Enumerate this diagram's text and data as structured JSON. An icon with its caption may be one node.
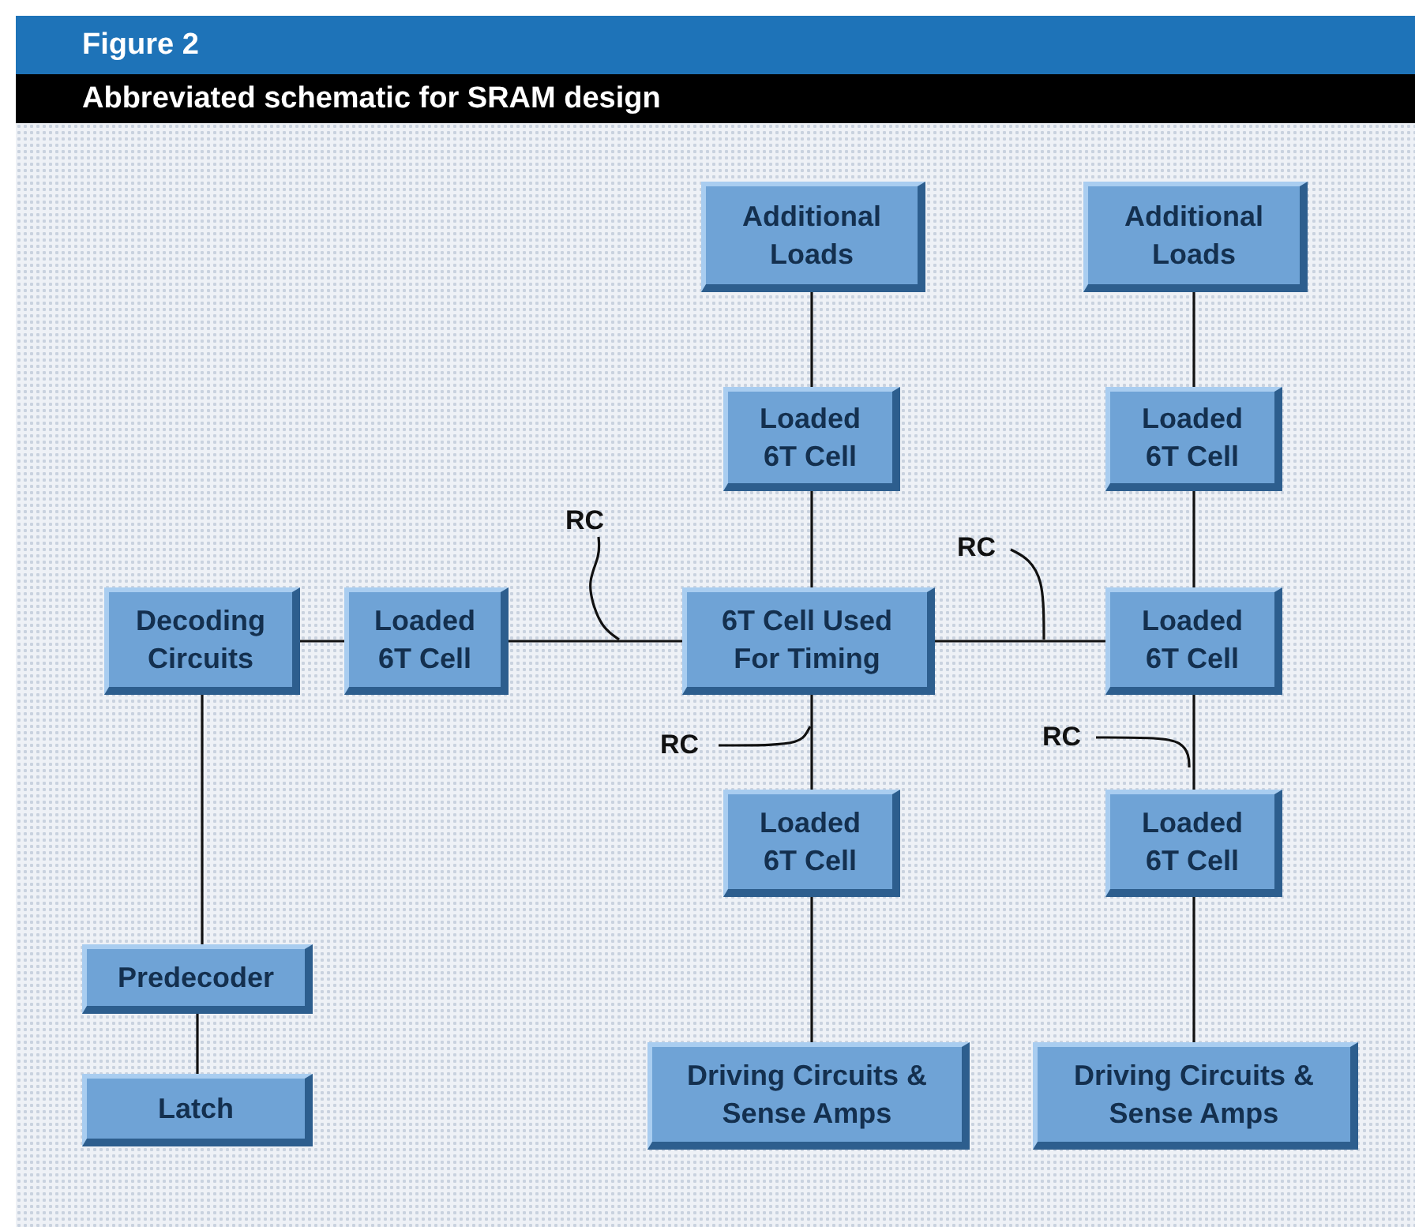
{
  "diagram": {
    "title": "Abbreviated schematic for SRAM design",
    "nodes": [
      {
        "text": [
          "Additional Loads"
        ]
      },
      {
        "text": [
          "Additional Loads"
        ]
      },
      {
        "text": [
          "Loaded 6T Cell"
        ]
      },
      {
        "text": [
          "Loaded 6T Cell"
        ]
      },
      {
        "text": [
          "RC"
        ]
      },
      {
        "text": [
          "RC"
        ]
      },
      {
        "text": [
          "Decoding Circuits"
        ]
      },
      {
        "text": [
          "Loaded 6T Cell"
        ]
      },
      {
        "text": [
          "6T Cell Used For Timing"
        ]
      },
      {
        "text": [
          "Loaded 6T Cell"
        ]
      },
      {
        "text": [
          "RC"
        ]
      },
      {
        "text": [
          "RC"
        ]
      },
      {
        "text": [
          "Loaded 6T Cell"
        ]
      },
      {
        "text": [
          "Loaded 6T Cell"
        ]
      },
      {
        "text": [
          "Predecoder"
        ]
      },
      {
        "text": [
          "Driving Circuits & Sense Amps"
        ]
      },
      {
        "text": [
          "Driving Circuits & Sense Amps"
        ]
      },
      {
        "text": [
          "Latch"
        ]
      }
    ],
    "edges": [
      {
        "from": 0,
        "to": 2,
        "arrow": "none"
      },
      {
        "from": 2,
        "to": 8,
        "arrow": "none"
      },
      {
        "from": 8,
        "to": 12,
        "arrow": "none"
      },
      {
        "from": 12,
        "to": 15,
        "arrow": "none"
      },
      {
        "from": 1,
        "to": 3,
        "arrow": "none"
      },
      {
        "from": 3,
        "to": 9,
        "arrow": "none"
      },
      {
        "from": 9,
        "to": 13,
        "arrow": "none"
      },
      {
        "from": 13,
        "to": 16,
        "arrow": "none"
      },
      {
        "from": 6,
        "to": 7,
        "arrow": "none"
      },
      {
        "from": 7,
        "to": 8,
        "arrow": "none"
      },
      {
        "from": 8,
        "to": 9,
        "arrow": "none"
      },
      {
        "from": 6,
        "to": 14,
        "arrow": "none"
      },
      {
        "from": 14,
        "to": 17,
        "arrow": "none"
      },
      {
        "from": 4,
        "to": null,
        "arrow": "none"
      },
      {
        "from": 5,
        "to": null,
        "arrow": "none"
      },
      {
        "from": 10,
        "to": null,
        "arrow": "none"
      },
      {
        "from": 11,
        "to": null,
        "arrow": "none"
      }
    ],
    "labels": [
      "Figure 2"
    ]
  }
}
